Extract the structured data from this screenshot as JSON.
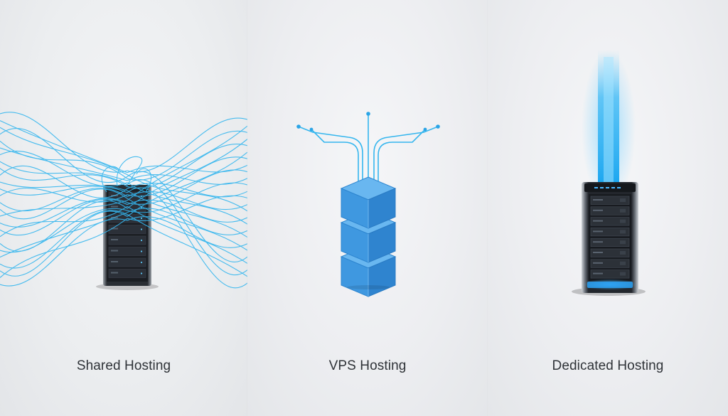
{
  "panels": [
    {
      "label": "Shared Hosting",
      "icon": "shared-server-icon"
    },
    {
      "label": "VPS Hosting",
      "icon": "stacked-cubes-icon"
    },
    {
      "label": "Dedicated Hosting",
      "icon": "dedicated-server-icon"
    }
  ],
  "colors": {
    "background": "#e9eaec",
    "accent_blue": "#35b6ee",
    "cube_blue": "#3d8fd6",
    "server_dark": "#1f2329",
    "label_text": "#2f3338"
  }
}
